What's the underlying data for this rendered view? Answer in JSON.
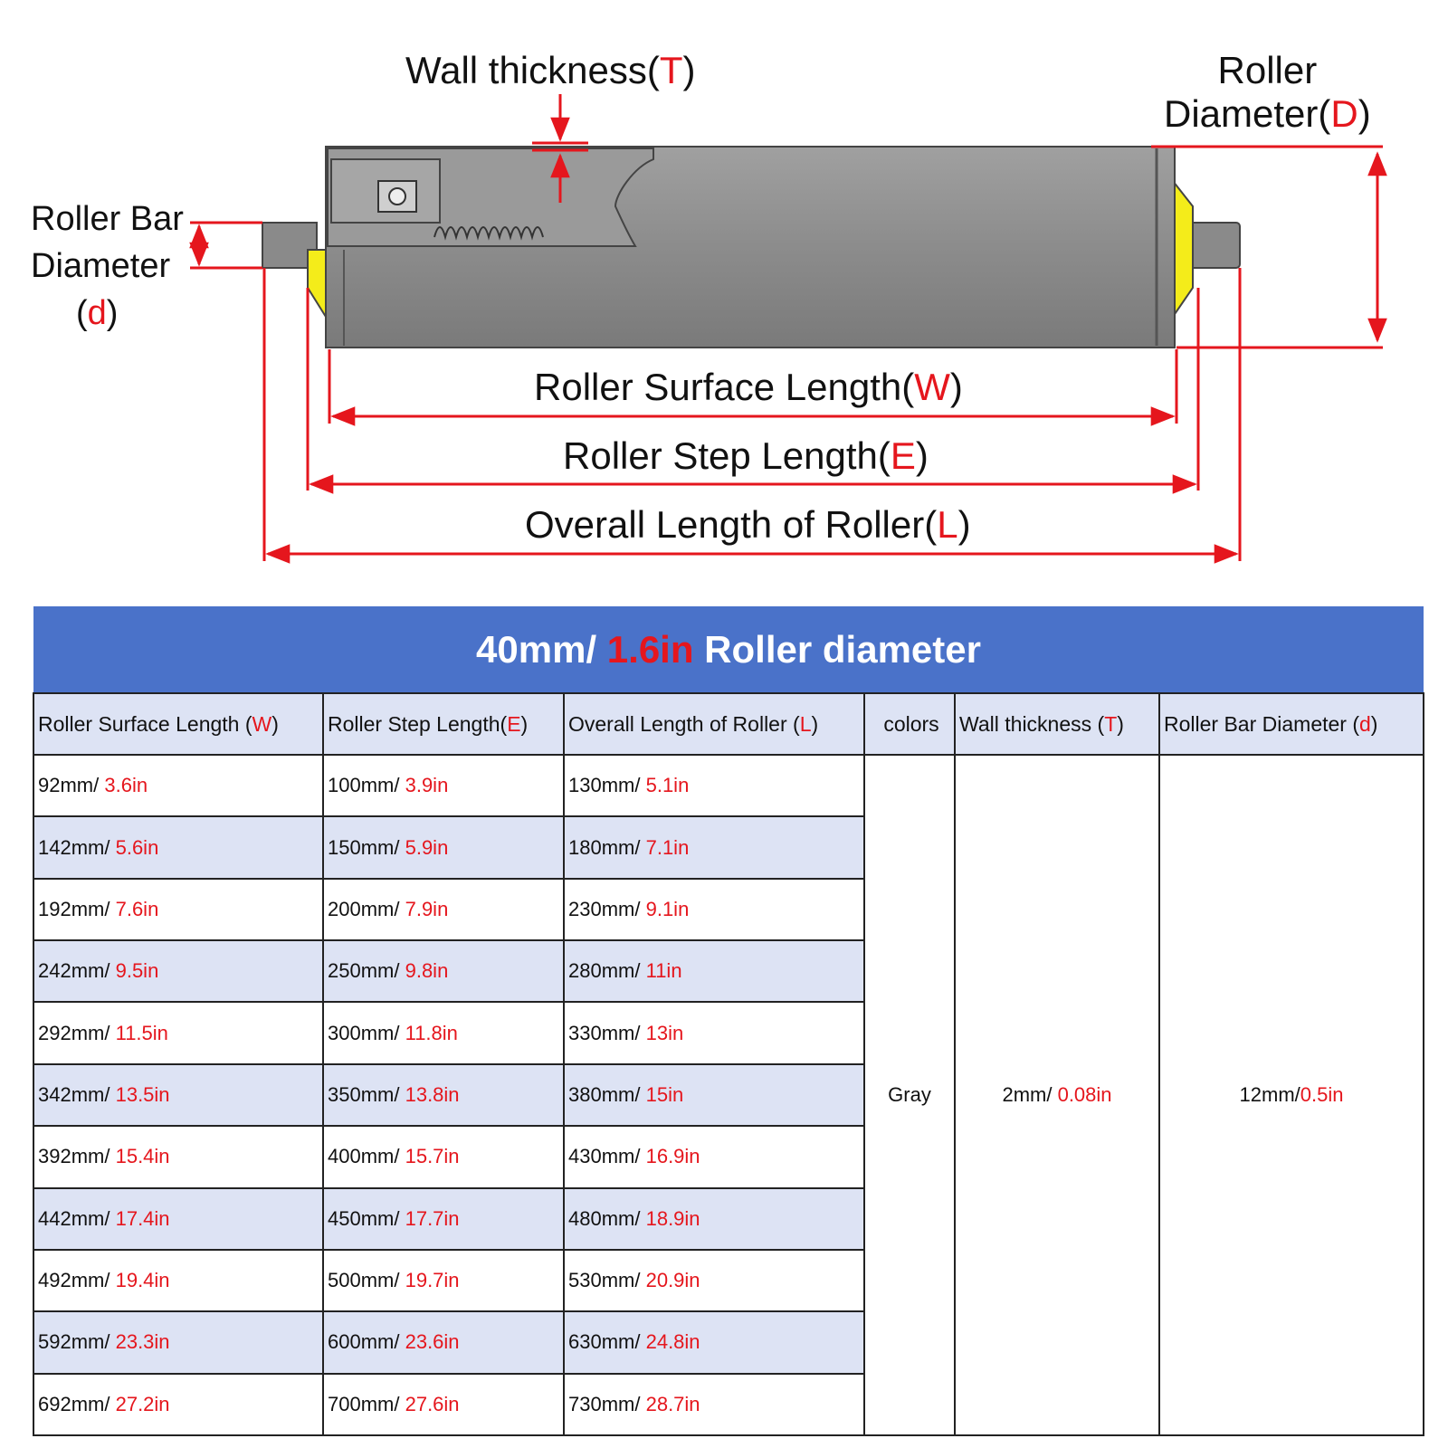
{
  "diagram": {
    "wall_label": {
      "text": "Wall thickness(",
      "sym": "T",
      "close": ")"
    },
    "roller_d_label": {
      "line1": "Roller",
      "line2": "Diameter(",
      "sym": "D",
      "close": ")"
    },
    "bar_d_label": {
      "line1": "Roller Bar",
      "line2": "Diameter",
      "open": "(",
      "sym": "d",
      "close": ")"
    },
    "w_label": {
      "text": "Roller Surface Length(",
      "sym": "W",
      "close": ")"
    },
    "e_label": {
      "text": "Roller Step Length(",
      "sym": "E",
      "close": ")"
    },
    "l_label": {
      "text": "Overall Length of Roller(",
      "sym": "L",
      "close": ")"
    },
    "colors": {
      "dimension": "#e5161d",
      "body": "#8e8e8e",
      "end_cap": "#f4ec1a"
    }
  },
  "table": {
    "title": {
      "mm": "40mm/ ",
      "inch": "1.6in",
      "rest": " Roller diameter"
    },
    "headers": [
      {
        "text": "Roller Surface Length (",
        "sym": "W",
        "close": ")"
      },
      {
        "text": "Roller Step Length(",
        "sym": "E",
        "close": ")"
      },
      {
        "text": "Overall Length of Roller (",
        "sym": "L",
        "close": ")"
      },
      {
        "text": "colors",
        "sym": "",
        "close": ""
      },
      {
        "text": "Wall thickness (",
        "sym": "T",
        "close": ")"
      },
      {
        "text": "Roller Bar Diameter (",
        "sym": "d",
        "close": ")"
      }
    ],
    "rows": [
      [
        {
          "mm": "92mm/ ",
          "inch": "3.6in"
        },
        {
          "mm": "100mm/ ",
          "inch": "3.9in"
        },
        {
          "mm": "130mm/ ",
          "inch": "5.1in"
        }
      ],
      [
        {
          "mm": "142mm/ ",
          "inch": "5.6in"
        },
        {
          "mm": "150mm/ ",
          "inch": "5.9in"
        },
        {
          "mm": "180mm/ ",
          "inch": "7.1in"
        }
      ],
      [
        {
          "mm": "192mm/ ",
          "inch": "7.6in"
        },
        {
          "mm": "200mm/ ",
          "inch": "7.9in"
        },
        {
          "mm": "230mm/ ",
          "inch": "9.1in"
        }
      ],
      [
        {
          "mm": "242mm/ ",
          "inch": "9.5in"
        },
        {
          "mm": "250mm/ ",
          "inch": "9.8in"
        },
        {
          "mm": "280mm/ ",
          "inch": "11in"
        }
      ],
      [
        {
          "mm": "292mm/ ",
          "inch": "11.5in"
        },
        {
          "mm": "300mm/ ",
          "inch": "11.8in"
        },
        {
          "mm": "330mm/ ",
          "inch": "13in"
        }
      ],
      [
        {
          "mm": "342mm/ ",
          "inch": "13.5in"
        },
        {
          "mm": "350mm/ ",
          "inch": "13.8in"
        },
        {
          "mm": "380mm/ ",
          "inch": "15in"
        }
      ],
      [
        {
          "mm": "392mm/ ",
          "inch": "15.4in"
        },
        {
          "mm": "400mm/ ",
          "inch": "15.7in"
        },
        {
          "mm": "430mm/ ",
          "inch": "16.9in"
        }
      ],
      [
        {
          "mm": "442mm/ ",
          "inch": "17.4in"
        },
        {
          "mm": "450mm/ ",
          "inch": "17.7in"
        },
        {
          "mm": "480mm/ ",
          "inch": "18.9in"
        }
      ],
      [
        {
          "mm": "492mm/ ",
          "inch": "19.4in"
        },
        {
          "mm": "500mm/ ",
          "inch": "19.7in"
        },
        {
          "mm": "530mm/ ",
          "inch": "20.9in"
        }
      ],
      [
        {
          "mm": "592mm/ ",
          "inch": "23.3in"
        },
        {
          "mm": "600mm/ ",
          "inch": "23.6in"
        },
        {
          "mm": "630mm/ ",
          "inch": "24.8in"
        }
      ],
      [
        {
          "mm": "692mm/ ",
          "inch": "27.2in"
        },
        {
          "mm": "700mm/ ",
          "inch": "27.6in"
        },
        {
          "mm": "730mm/ ",
          "inch": "28.7in"
        }
      ]
    ],
    "merged": {
      "color": "Gray",
      "wall": {
        "mm": "2mm/ ",
        "inch": "0.08in"
      },
      "bar": {
        "mm": "12mm/",
        "inch": "0.5in"
      }
    },
    "colors": {
      "title_bg": "#4a72c9",
      "stripe": "#dde3f4",
      "accent": "#e5161d"
    }
  }
}
